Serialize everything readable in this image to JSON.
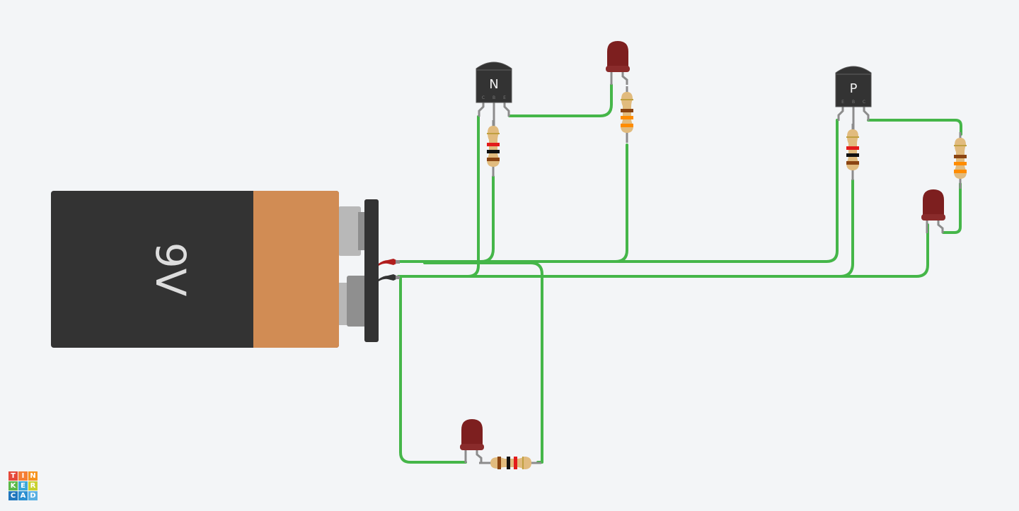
{
  "app": "Tinkercad Circuits",
  "logo": {
    "letters": [
      "T",
      "I",
      "N",
      "K",
      "E",
      "R",
      "C",
      "A",
      "D"
    ],
    "colors": [
      "#e5493a",
      "#f57f35",
      "#f7941d",
      "#5bb848",
      "#3aa7d9",
      "#c9d12f",
      "#1f76bd",
      "#2a8fd1",
      "#5ab0e3"
    ]
  },
  "battery": {
    "label": "9V",
    "body_color": "#333333",
    "cap_color": "#d18c54"
  },
  "transistors": [
    {
      "id": "npn",
      "type": "N",
      "pins": [
        "C",
        "B",
        "E"
      ]
    },
    {
      "id": "pnp",
      "type": "P",
      "pins": [
        "E",
        "B",
        "C"
      ]
    }
  ],
  "colors": {
    "wire": "#45b649",
    "led": "#7d1f1f",
    "resistor_body": "#e1bb7e",
    "lead": "#8c8c8c",
    "red_terminal": "#b11d1d",
    "black_terminal": "#333333"
  },
  "resistors": [
    {
      "id": "r-npn-base",
      "bands": [
        "#e31b1b",
        "#111111",
        "#8b4513",
        "#c0a040"
      ]
    },
    {
      "id": "r-npn-led",
      "bands": [
        "#8b4513",
        "#ff8c00",
        "#ff8c00",
        "#c0a040"
      ]
    },
    {
      "id": "r-pnp-base",
      "bands": [
        "#e31b1b",
        "#111111",
        "#8b4513",
        "#c0a040"
      ]
    },
    {
      "id": "r-pnp-led",
      "bands": [
        "#8b4513",
        "#ff8c00",
        "#ff8c00",
        "#c0a040"
      ]
    },
    {
      "id": "r-bottom",
      "bands": [
        "#8b4513",
        "#111111",
        "#e31b1b",
        "#c0a040"
      ]
    }
  ]
}
